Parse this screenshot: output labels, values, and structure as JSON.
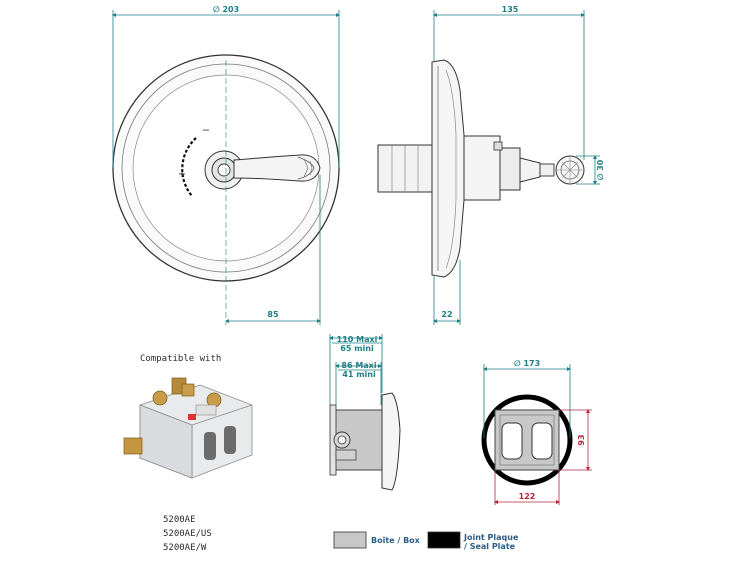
{
  "front_view": {
    "dim_diameter": "∅ 203",
    "dim_bottom": "85",
    "minus_sign": "−",
    "plus_sign": "+"
  },
  "side_view": {
    "dim_depth": "135",
    "dim_stem_diameter": "∅ 30",
    "dim_plate_offset": "22"
  },
  "box_view": {
    "dim_max_1": "110 Maxi",
    "dim_min_1": "65 mini",
    "dim_max_2": "86 Maxi",
    "dim_min_2": "41 mini"
  },
  "seal_view": {
    "dim_diameter": "∅ 173",
    "dim_height": "93",
    "dim_width": "122"
  },
  "product": {
    "compatible_label": "Compatible with",
    "models": [
      "5200AE",
      "5200AE/US",
      "5200AE/W"
    ]
  },
  "legend": {
    "box_label": "Boîte / Box",
    "seal_label_1": "Joint Plaque",
    "seal_label_2": "/ Seal Plate",
    "box_color": "#c8c8c8",
    "seal_color": "#000000"
  }
}
